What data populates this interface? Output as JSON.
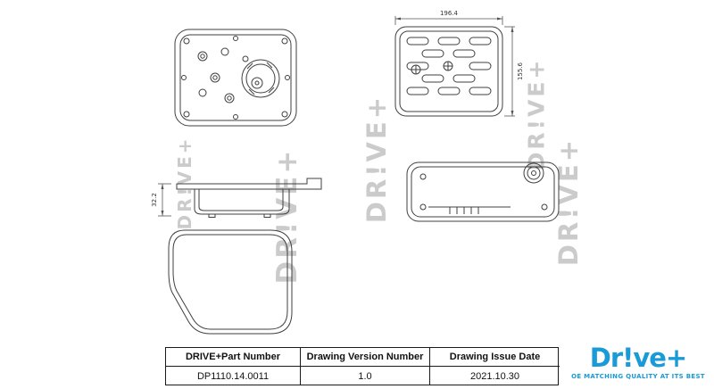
{
  "watermark": {
    "text": "DR!VE+"
  },
  "dimensions": {
    "plate_width": "196.4",
    "plate_height": "155.6",
    "side_height": "32.2"
  },
  "table": {
    "headers": [
      "DRIVE+Part Number",
      "Drawing Version Number",
      "Drawing Issue Date"
    ],
    "row": [
      "DP1110.14.0011",
      "1.0",
      "2021.10.30"
    ]
  },
  "logo": {
    "name": "Dr!ve+",
    "tagline": "OE MATCHING QUALITY AT ITS BEST"
  },
  "colors": {
    "accent": "#1a9bd7",
    "drawing_line": "#3f3f3f",
    "watermark": "#cbcbcb"
  }
}
